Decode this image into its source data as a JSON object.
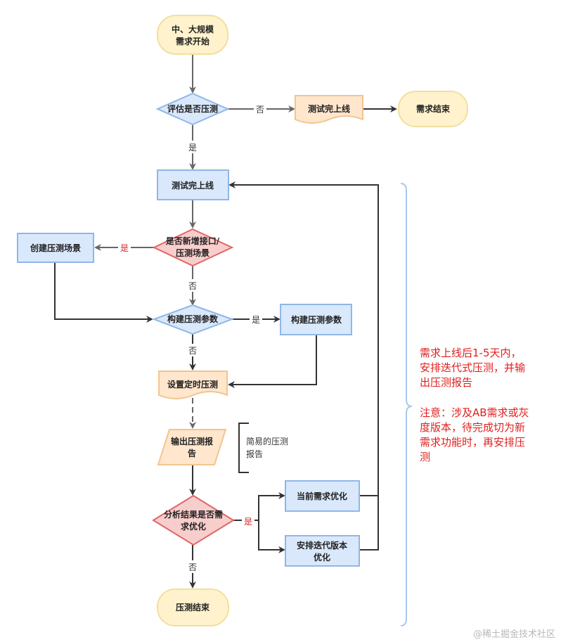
{
  "nodes": {
    "start": [
      "中、大规模",
      "需求开始"
    ],
    "eval": [
      "评估是否压测"
    ],
    "deploy_top": [
      "测试完上线"
    ],
    "demand_end": [
      "需求结束"
    ],
    "deploy_main": [
      "测试完上线"
    ],
    "new_iface": [
      "是否新增接口/",
      "压测场景"
    ],
    "create_scene": [
      "创建压测场景"
    ],
    "build_param_q": [
      "构建压测参数"
    ],
    "build_param": [
      "构建压测参数"
    ],
    "set_timer": [
      "设置定时压测"
    ],
    "output_report": [
      "输出压测报",
      "告"
    ],
    "analyze": [
      "分析结果是否需",
      "求优化"
    ],
    "cur_opt": [
      "当前需求优化"
    ],
    "iter_opt": [
      "安排迭代版本",
      "优化"
    ],
    "end": [
      "压测结束"
    ]
  },
  "edge_labels": {
    "eval_no": "否",
    "eval_yes": "是",
    "iface_yes": "是",
    "iface_no": "否",
    "param_yes": "是",
    "param_no": "否",
    "analyze_yes": "是",
    "analyze_no": "否"
  },
  "note": [
    "简易的压测",
    "报告"
  ],
  "annotation": {
    "para1": [
      "需求上线后1-5天内，",
      "安排迭代式压测，并输",
      "出压测报告"
    ],
    "para2": [
      "注意：涉及AB需求或灰",
      "度版本，待完成切为新",
      "需求功能时，再安排压",
      "测"
    ]
  },
  "watermark": "@稀土掘金技术社区",
  "colors": {
    "terminal_fill": "#fff2cc",
    "terminal_stroke": "#f0e0a0",
    "blue_fill": "#dae8fc",
    "blue_stroke": "#8fb7e8",
    "red_fill": "#f8cecc",
    "red_stroke": "#e06666",
    "doc_fill": "#ffe6cc",
    "doc_stroke": "#f0c590",
    "gray_edge": "#666666",
    "dark_edge": "#333333",
    "brace": "#a8c8ec",
    "annotation": "#e01e1e"
  }
}
